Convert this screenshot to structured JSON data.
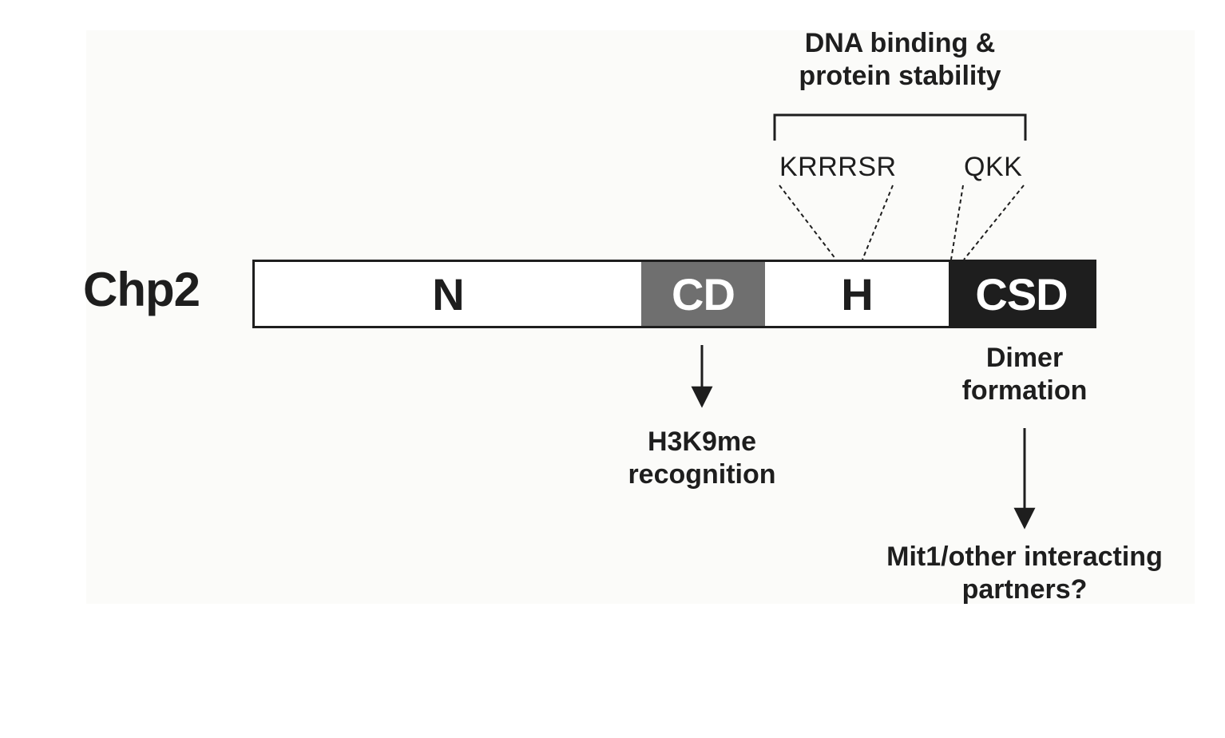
{
  "protein": {
    "name": "Chp2"
  },
  "domains": [
    {
      "id": "N",
      "label": "N"
    },
    {
      "id": "CD",
      "label": "CD"
    },
    {
      "id": "H",
      "label": "H"
    },
    {
      "id": "CSD",
      "label": "CSD"
    }
  ],
  "motifs": {
    "left": "KRRRSR",
    "right": "QKK"
  },
  "annotations": {
    "dna_binding": {
      "line1": "DNA binding &",
      "line2": "protein stability"
    },
    "h3k9me": {
      "line1": "H3K9me",
      "line2": "recognition"
    },
    "dimer": {
      "line1": "Dimer",
      "line2": "formation"
    },
    "partners": {
      "line1": "Mit1/other interacting",
      "line2": "partners?"
    }
  },
  "colors": {
    "N": "#ffffff",
    "CD": "#6f6f6f",
    "H": "#ffffff",
    "CSD": "#1e1e1e",
    "ink": "#1e1e1e"
  }
}
